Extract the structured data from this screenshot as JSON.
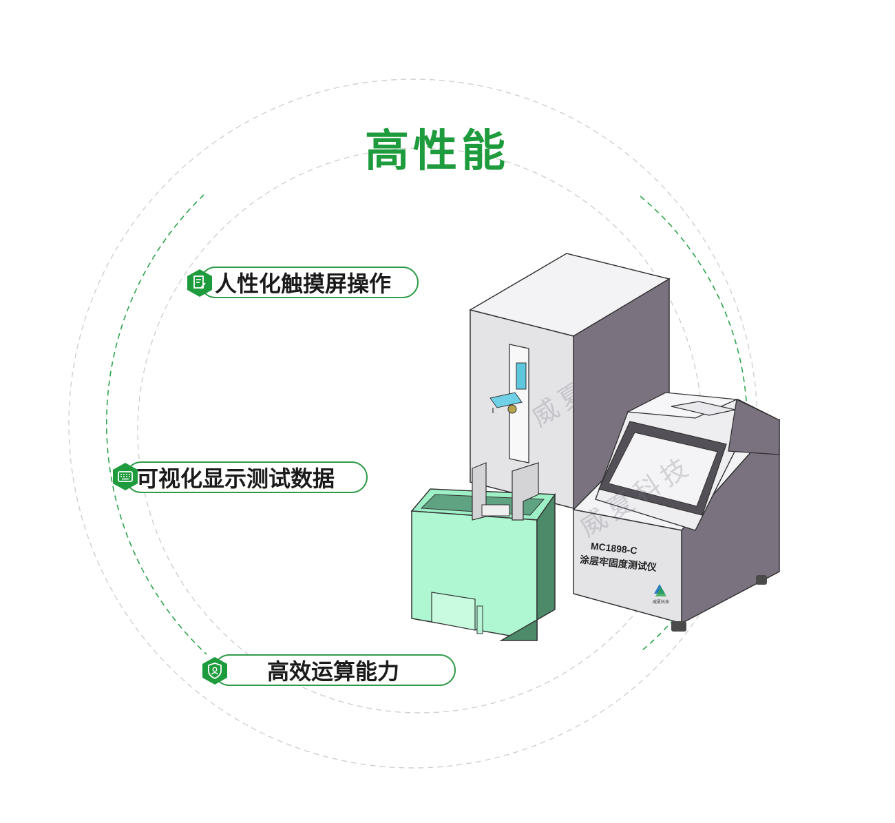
{
  "page": {
    "title": "高性能"
  },
  "features": [
    {
      "label": "人性化触摸屏操作",
      "icon": "document-edit-icon"
    },
    {
      "label": "可视化显示测试数据",
      "icon": "keyboard-icon"
    },
    {
      "label": "高效运算能力",
      "icon": "shield-user-icon"
    }
  ],
  "product": {
    "model": "MC1898-C",
    "name": "涂层牢固度测试仪",
    "watermark": "威夏科技",
    "brand_logo_text": "威夏科技"
  },
  "colors": {
    "accent": "#1e9b3c",
    "pill_border": "#2e9b48",
    "body_gray": "#e4e3e6",
    "side_purple": "#7b7280",
    "tank_green": "#aef7d2",
    "tank_dark": "#4c8a6a"
  }
}
